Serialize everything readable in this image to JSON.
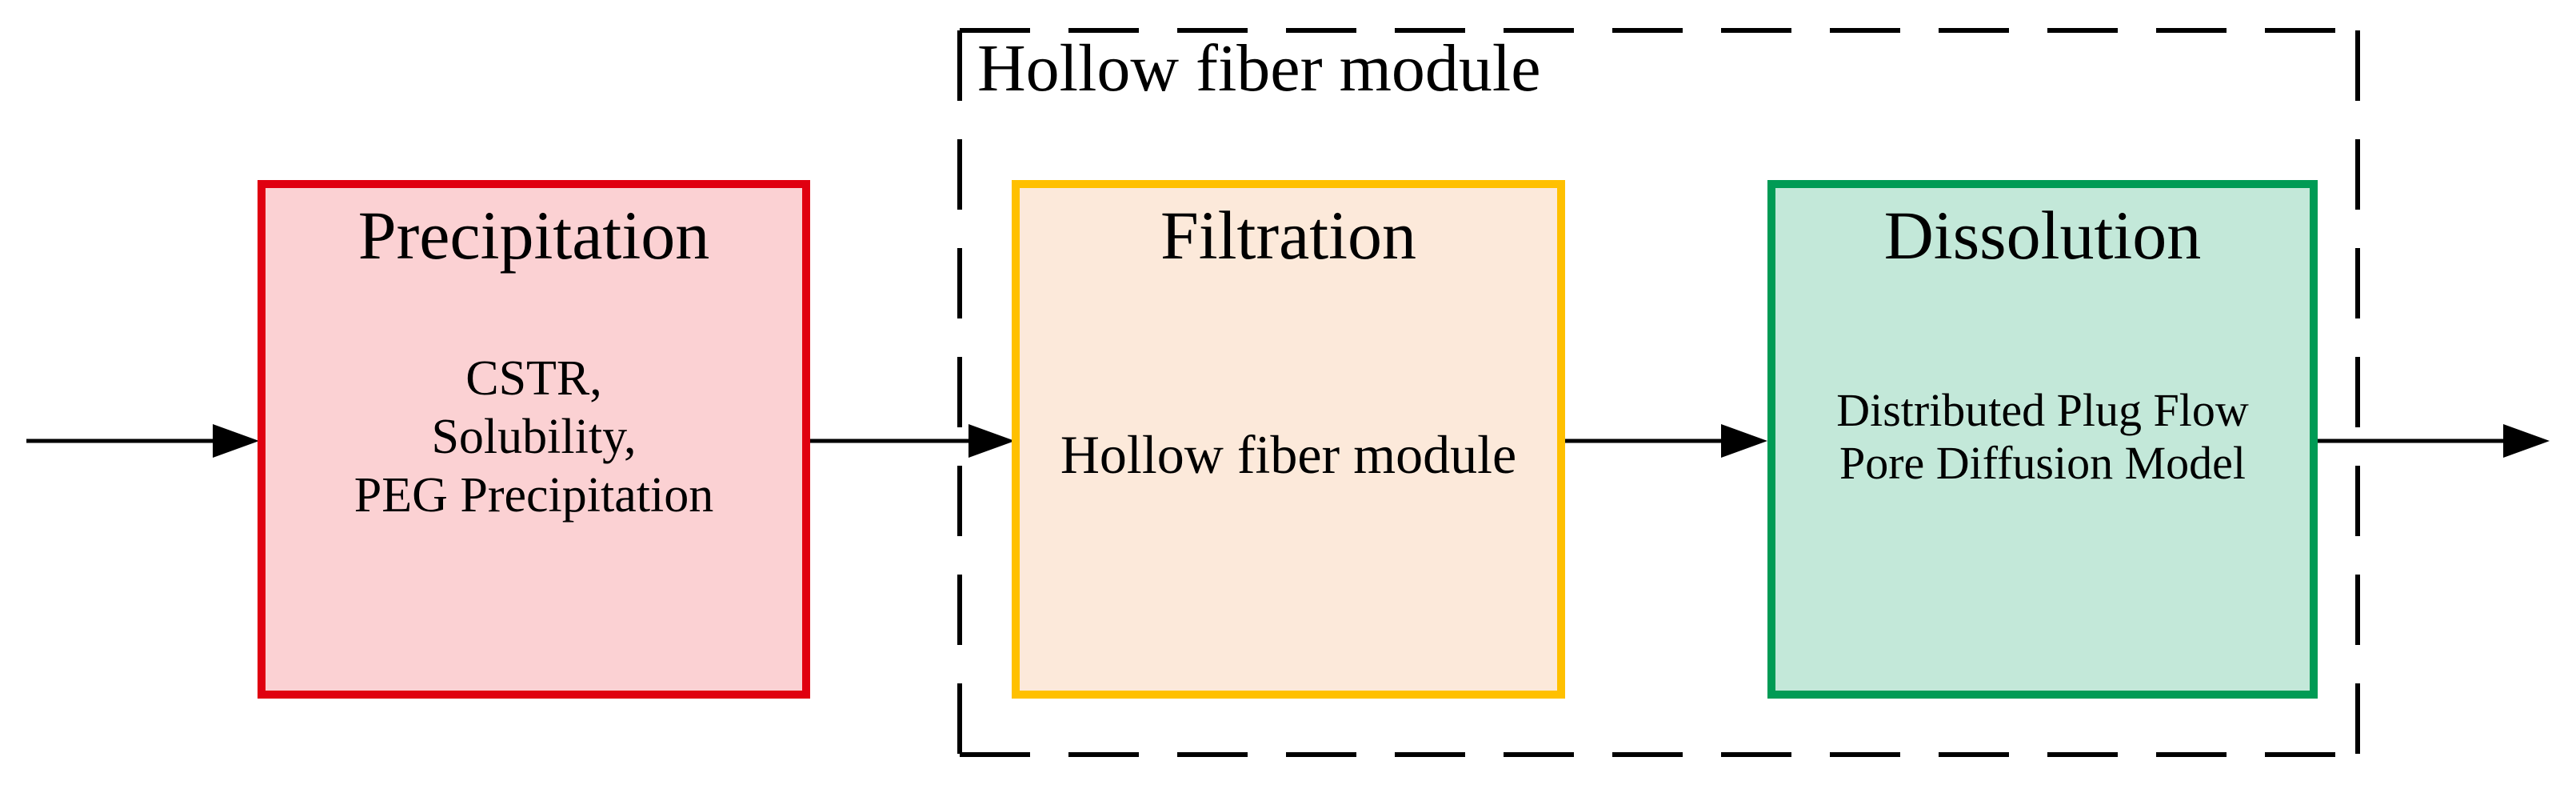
{
  "figure": {
    "group": {
      "label": "Hollow fiber module"
    },
    "boxes": [
      {
        "id": "precipitation",
        "title": "Precipitation",
        "body": "CSTR,\nSolubility,\nPEG Precipitation",
        "border_color": "#e00010",
        "fill_color": "#fbd1d3"
      },
      {
        "id": "filtration",
        "title": "Filtration",
        "body": "Hollow fiber module",
        "border_color": "#ffc000",
        "fill_color": "#fce9da"
      },
      {
        "id": "dissolution",
        "title": "Dissolution",
        "body": "Distributed Plug Flow\nPore Diffusion Model",
        "border_color": "#009b55",
        "fill_color": "#c3e8d9"
      }
    ],
    "connectors": {
      "line_color": "#000000",
      "arrows": [
        {
          "id": "inlet-arrow"
        },
        {
          "id": "precipitation-to-filtration-arrow"
        },
        {
          "id": "filtration-to-dissolution-arrow"
        },
        {
          "id": "outlet-arrow"
        }
      ]
    }
  }
}
